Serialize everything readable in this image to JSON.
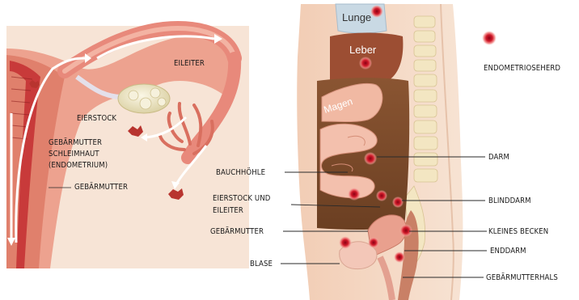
{
  "left_panel": {
    "labels": {
      "eileiter": "EILEITER",
      "eierstock": "EIERSTOCK",
      "schleimhaut_line1": "GEBÄRMUTTER",
      "schleimhaut_line2": "SCHLEIMHAUT",
      "schleimhaut_line3": "(ENDOMETRIUM)",
      "gebaermutter": "GEBÄRMUTTER"
    }
  },
  "right_panel": {
    "organs": {
      "lunge": "Lunge",
      "leber": "Leber",
      "magen": "Magen"
    },
    "labels": {
      "endometrioseherd": "ENDOMETRIOSEHERD",
      "darm": "DARM",
      "bauchhoehle": "BAUCHHÖHLE",
      "blinddarm": "BLINDDARM",
      "eierstock_eileiter_line1": "EIERSTOCK UND",
      "eierstock_eileiter_line2": "EILEITER",
      "kleines_becken": "KLEINES BECKEN",
      "gebaermutter": "GEBÄRMUTTER",
      "enddarm": "ENDDARM",
      "blase": "BLASE",
      "gebaermutterhals": "GEBÄRMUTTERHALS"
    }
  },
  "colors": {
    "skin": "#f6ddc9",
    "uterus": "#e8897b",
    "uterus_dark": "#c9604f",
    "endometrium": "#c83a3a",
    "ovary": "#f2ecd2",
    "liver": "#9c4e33",
    "cavity": "#7a4a2a",
    "intestine": "#f0b8a6",
    "bone": "#f2e3bf",
    "lung": "#c9d9e4",
    "lesion": "#c8102e",
    "line": "#2a2a2a"
  }
}
